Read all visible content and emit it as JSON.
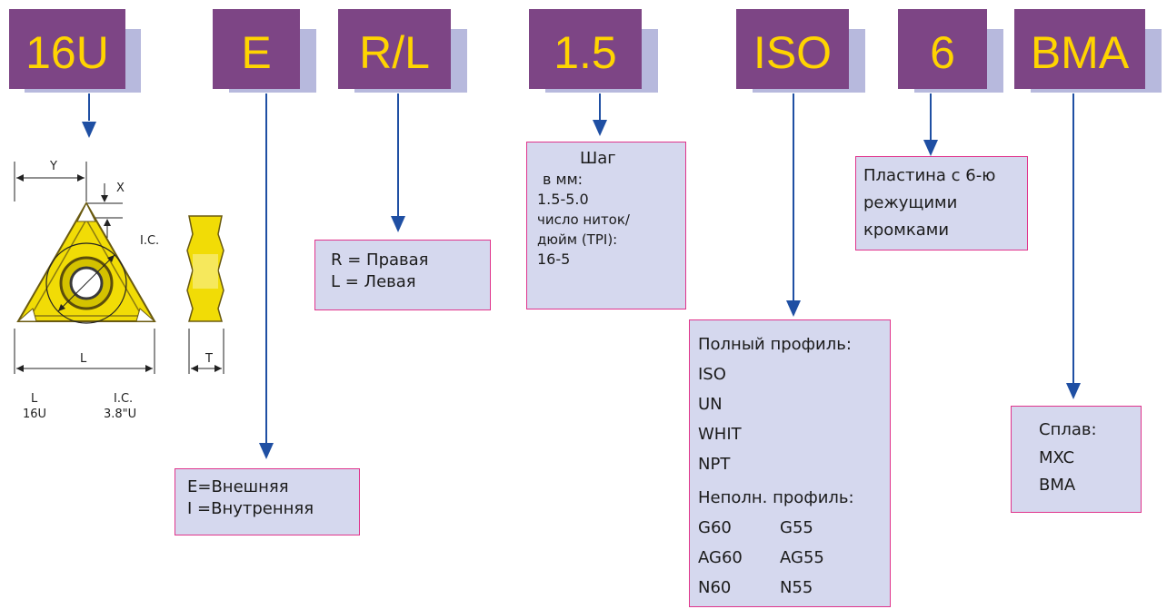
{
  "codes": {
    "c1": "16U",
    "c2": "E",
    "c3": "R/L",
    "c4": "1.5",
    "c5": "ISO",
    "c6": "6",
    "c7": "BMA"
  },
  "insert_figure": {
    "dim_y": "Y",
    "dim_x": "X",
    "dim_ic": "I.C.",
    "dim_l": "L",
    "dim_t": "T",
    "table_header_l": "L",
    "table_header_ic": "I.C.",
    "table_value_l": "16U",
    "table_value_ic": "3.8\"U"
  },
  "box_hand": {
    "line1": "R = Правая",
    "line2": "L  = Левая"
  },
  "box_pitch": {
    "title": "Шаг",
    "line1": "в мм:",
    "line2": "1.5-5.0",
    "line3": "число ниток/",
    "line4": "дюйм (TPI):",
    "line5": "16-5"
  },
  "box_edges": {
    "line1": "Пластина с 6-ю",
    "line2": "режущими",
    "line3": "кромками"
  },
  "box_type": {
    "line1": "E=Внешняя",
    "line2": "I =Внутренняя"
  },
  "box_profile": {
    "full_title": "Полный профиль:",
    "full_items": [
      "ISO",
      "UN",
      "WHIT",
      "NPT"
    ],
    "partial_title": "Неполн. профиль:",
    "partial_left": [
      "G60",
      "AG60",
      "N60"
    ],
    "partial_right": [
      "G55",
      "AG55",
      "N55"
    ]
  },
  "box_alloy": {
    "title": "Сплав:",
    "line1": "MXC",
    "line2": "BMA"
  },
  "colors": {
    "code_bg": "#7d4585",
    "code_text": "#ffd400",
    "code_shadow": "#b7b9dd",
    "box_bg": "#d5d8ee",
    "box_border": "#e0348c",
    "arrow": "#1f4fa3",
    "insert_yellow": "#f1dc06"
  }
}
